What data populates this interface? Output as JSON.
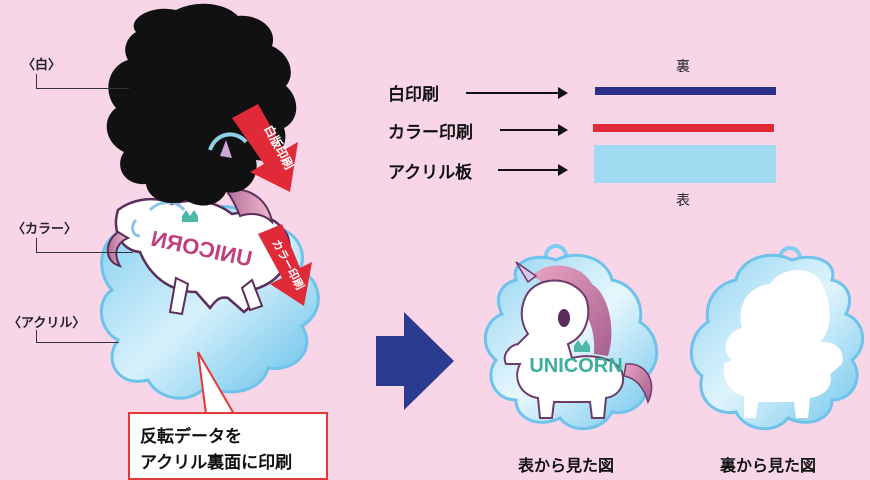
{
  "left": {
    "labels": {
      "white": "〈白〉",
      "color": "〈カラー〉",
      "acrylic": "〈アクリル〉"
    },
    "arrow_white_text": "白版印刷",
    "arrow_color_text": "カラー印刷",
    "charm_text": "UNICORN",
    "callout": {
      "line1": "反転データを",
      "line2": "アクリル裏面に印刷"
    }
  },
  "layers": {
    "back_label": "裏",
    "front_label": "表",
    "rows": [
      {
        "label": "白印刷",
        "color": "#2b2f8a"
      },
      {
        "label": "カラー印刷",
        "color": "#e02a38"
      },
      {
        "label": "アクリル板",
        "color": "#9fdbf1"
      }
    ]
  },
  "result": {
    "front_caption": "表から見た図",
    "back_caption": "裏から見た図",
    "charm_text": "UNICORN"
  },
  "colors": {
    "background": "#f8d6e8",
    "accent_red": "#e02a38",
    "accent_navy": "#2b3b8f",
    "acrylic_blue": "#9fdbf1"
  }
}
